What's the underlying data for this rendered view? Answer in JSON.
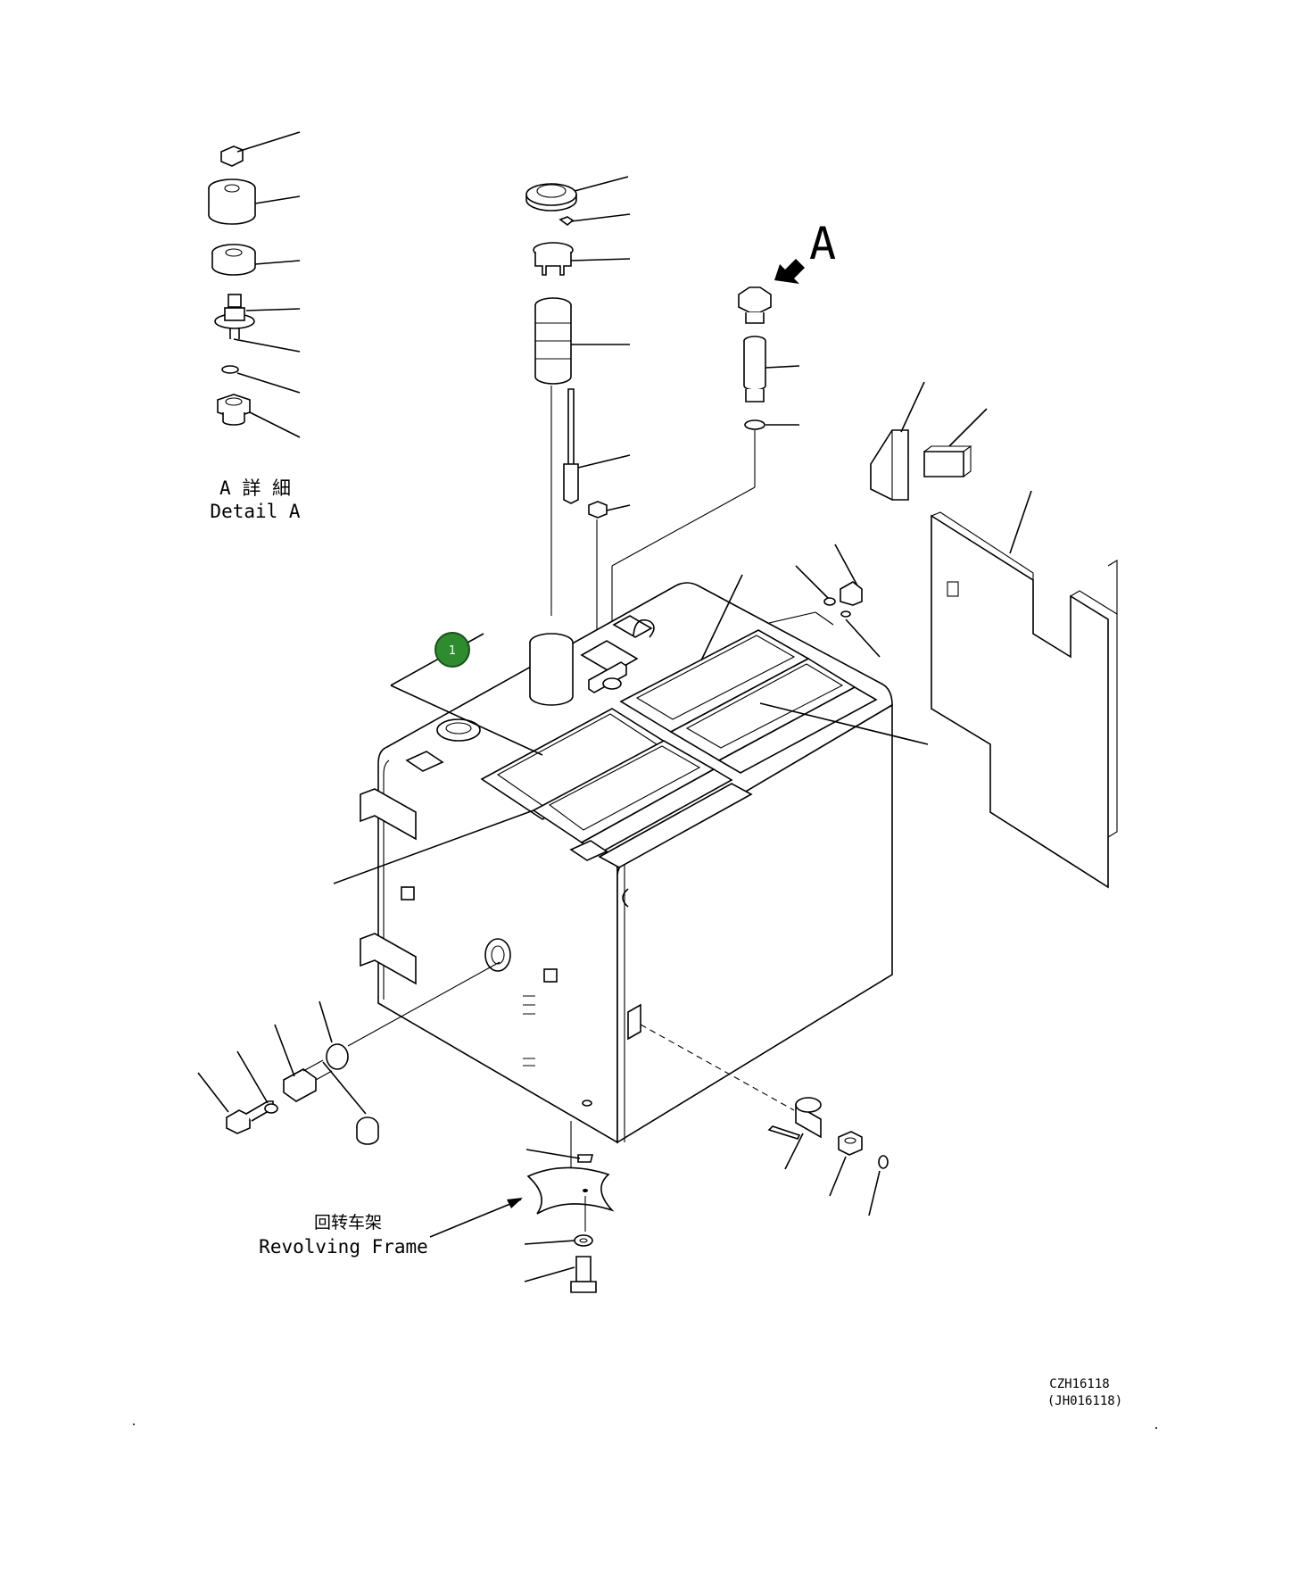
{
  "labels": {
    "view_letter": "A",
    "detail_jp": "A 詳 細",
    "detail_en": "Detail A",
    "frame_cn": "回转车架",
    "frame_en": "Revolving Frame",
    "code_main": "CZH16118",
    "code_sub": "(JH016118)"
  },
  "callout": {
    "number": "1",
    "color": "#2e8b2e"
  }
}
